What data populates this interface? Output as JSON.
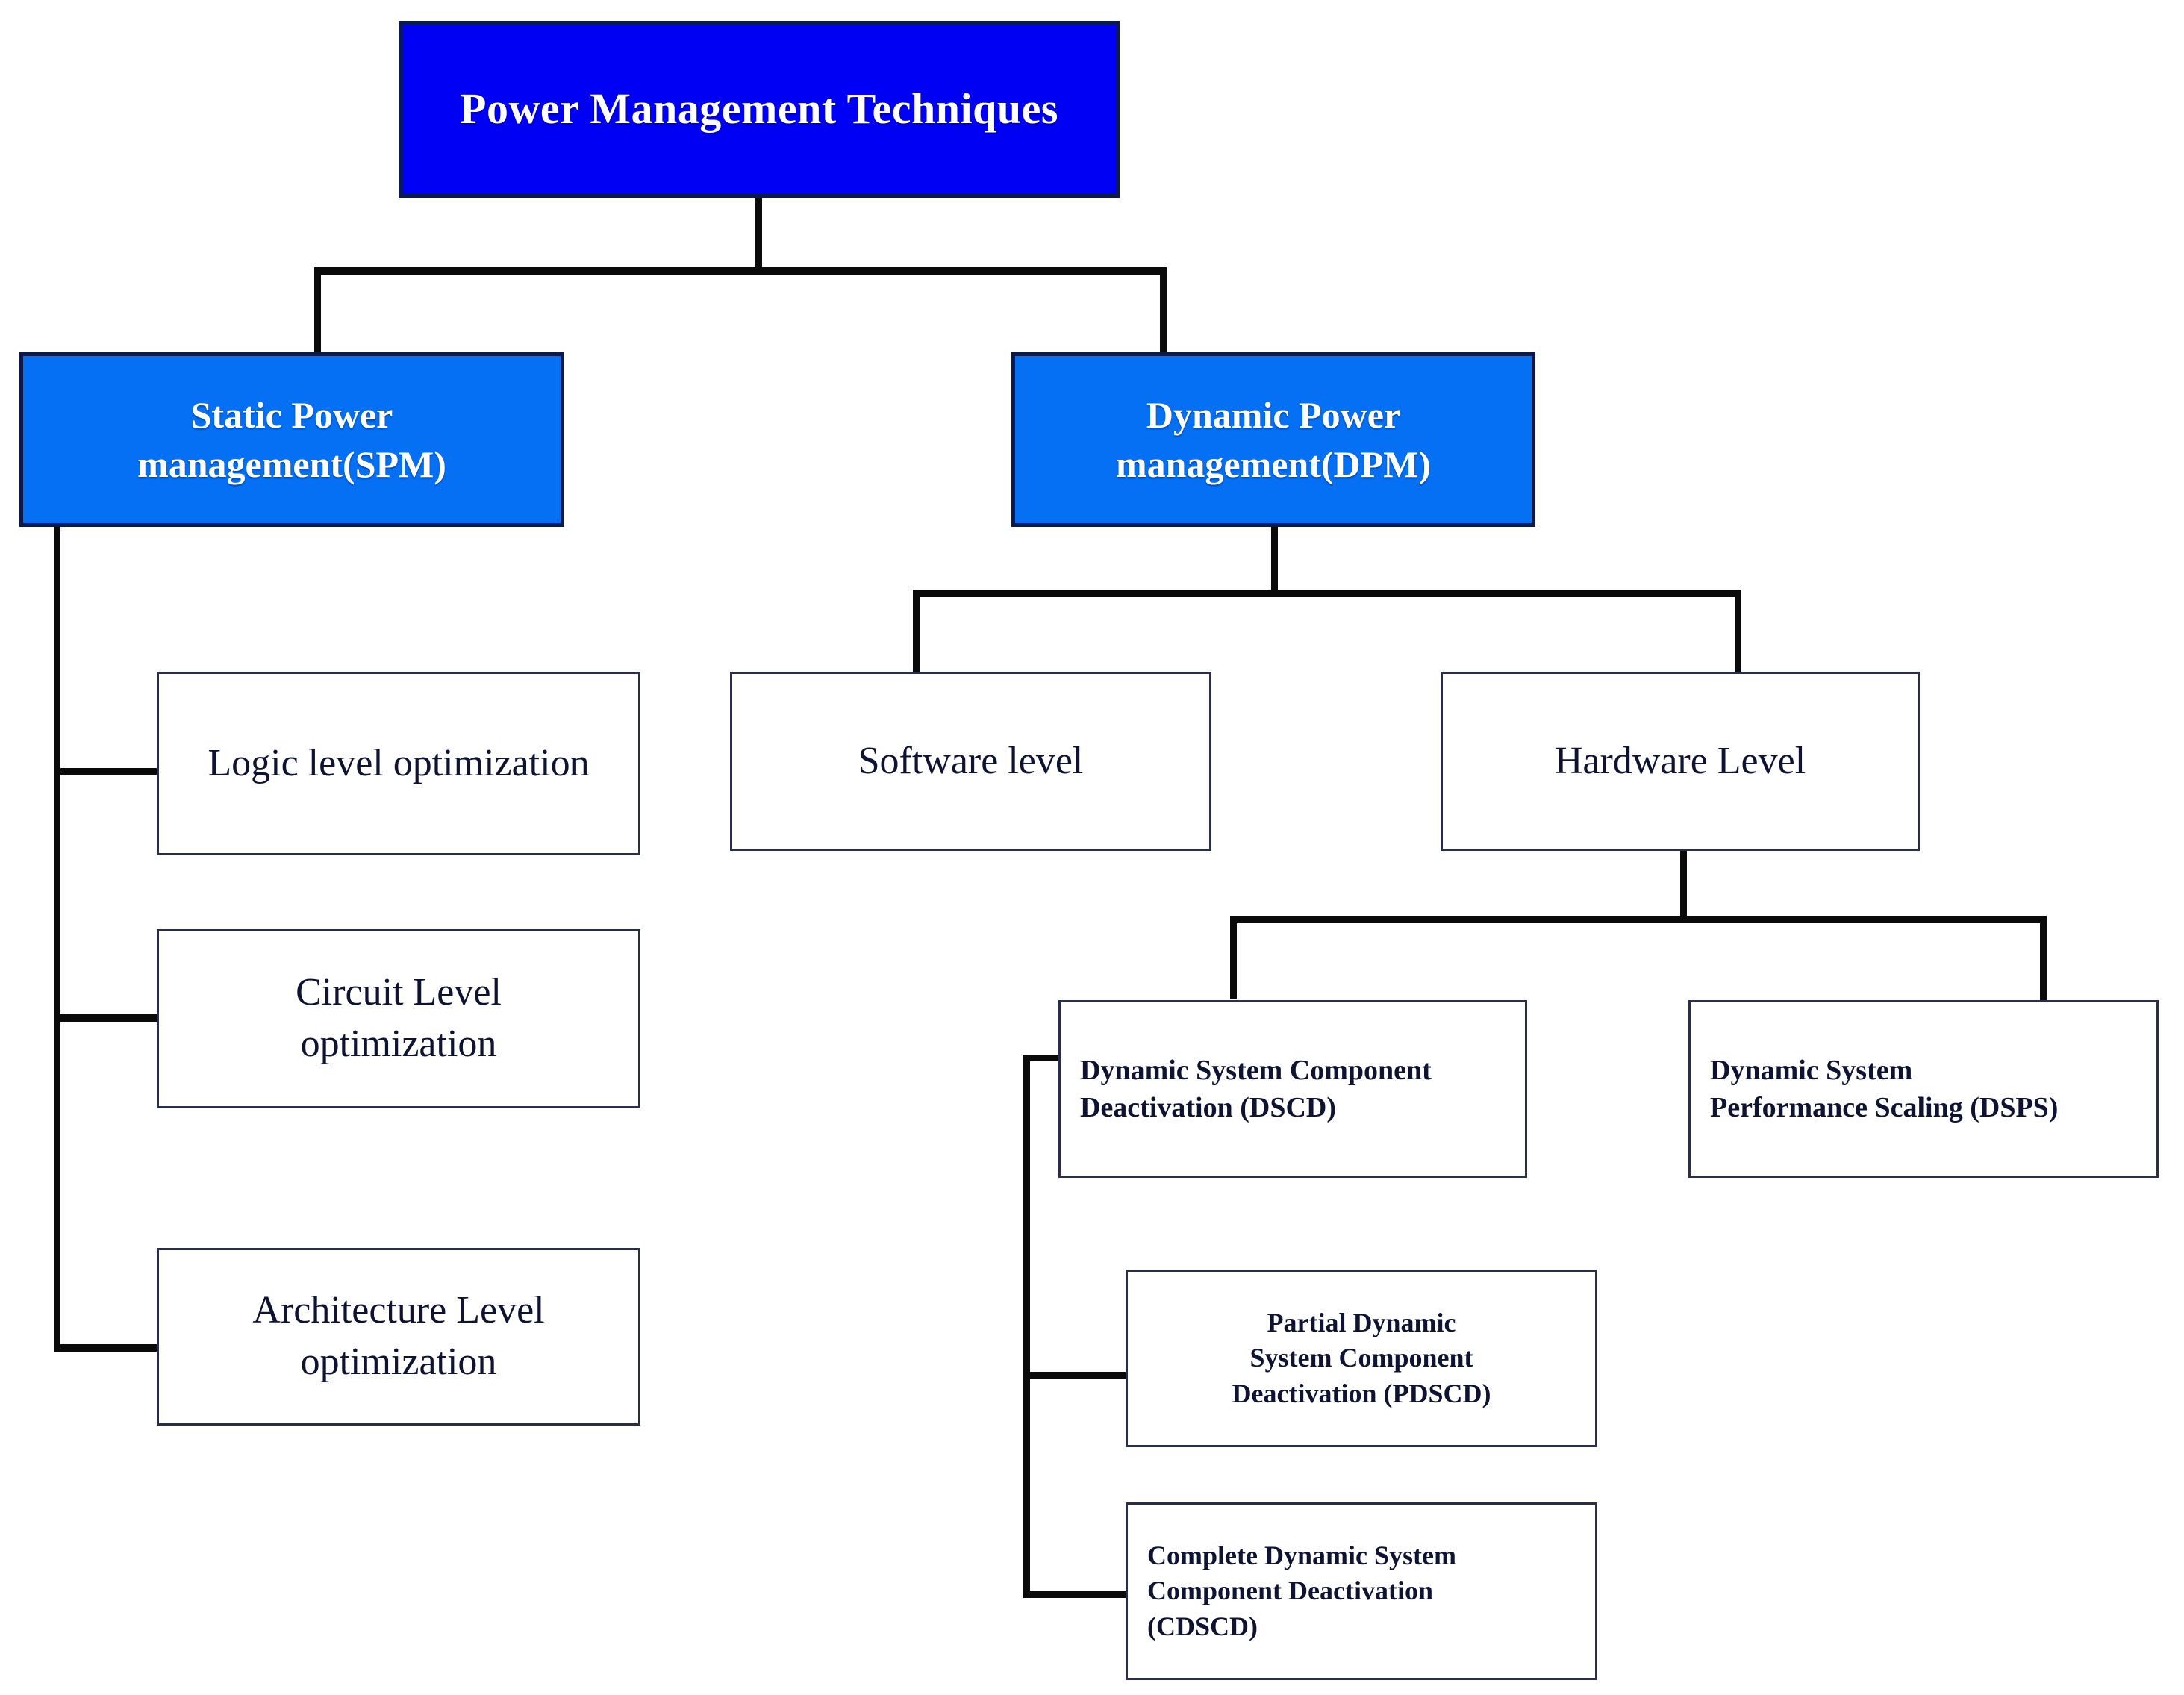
{
  "diagram": {
    "title_text": "Power Management Techniques",
    "type": "hierarchy-tree",
    "colors": {
      "root_fill": "#0000f5",
      "level1_fill": "#0670f5",
      "box_border": "#2b2f45",
      "connector": "#0a0a0a",
      "root_text": "#ffffff",
      "leaf_text": "#0d1330",
      "background": "#ffffff"
    },
    "nodes": {
      "root": {
        "label": "Power Management Techniques"
      },
      "spm": {
        "line1": "Static Power",
        "line2": "management(SPM)"
      },
      "dpm": {
        "line1": "Dynamic Power",
        "line2": "management(DPM)"
      },
      "logic_level": {
        "label": "Logic level optimization"
      },
      "circuit_level": {
        "line1": "Circuit Level",
        "line2": "optimization"
      },
      "architecture_level": {
        "line1": "Architecture Level",
        "line2": "optimization"
      },
      "software_level": {
        "label": "Software level"
      },
      "hardware_level": {
        "label": "Hardware Level"
      },
      "dscd": {
        "line1": "Dynamic System Component",
        "line2": "Deactivation (DSCD)"
      },
      "dsps": {
        "line1": "Dynamic System",
        "line2": "Performance Scaling (DSPS)"
      },
      "pdscd": {
        "line1": "Partial Dynamic",
        "line2": "System Component",
        "line3": "Deactivation (PDSCD)"
      },
      "cdscd": {
        "line1": "Complete Dynamic System",
        "line2": "Component Deactivation",
        "line3": "(CDSCD)"
      }
    }
  }
}
